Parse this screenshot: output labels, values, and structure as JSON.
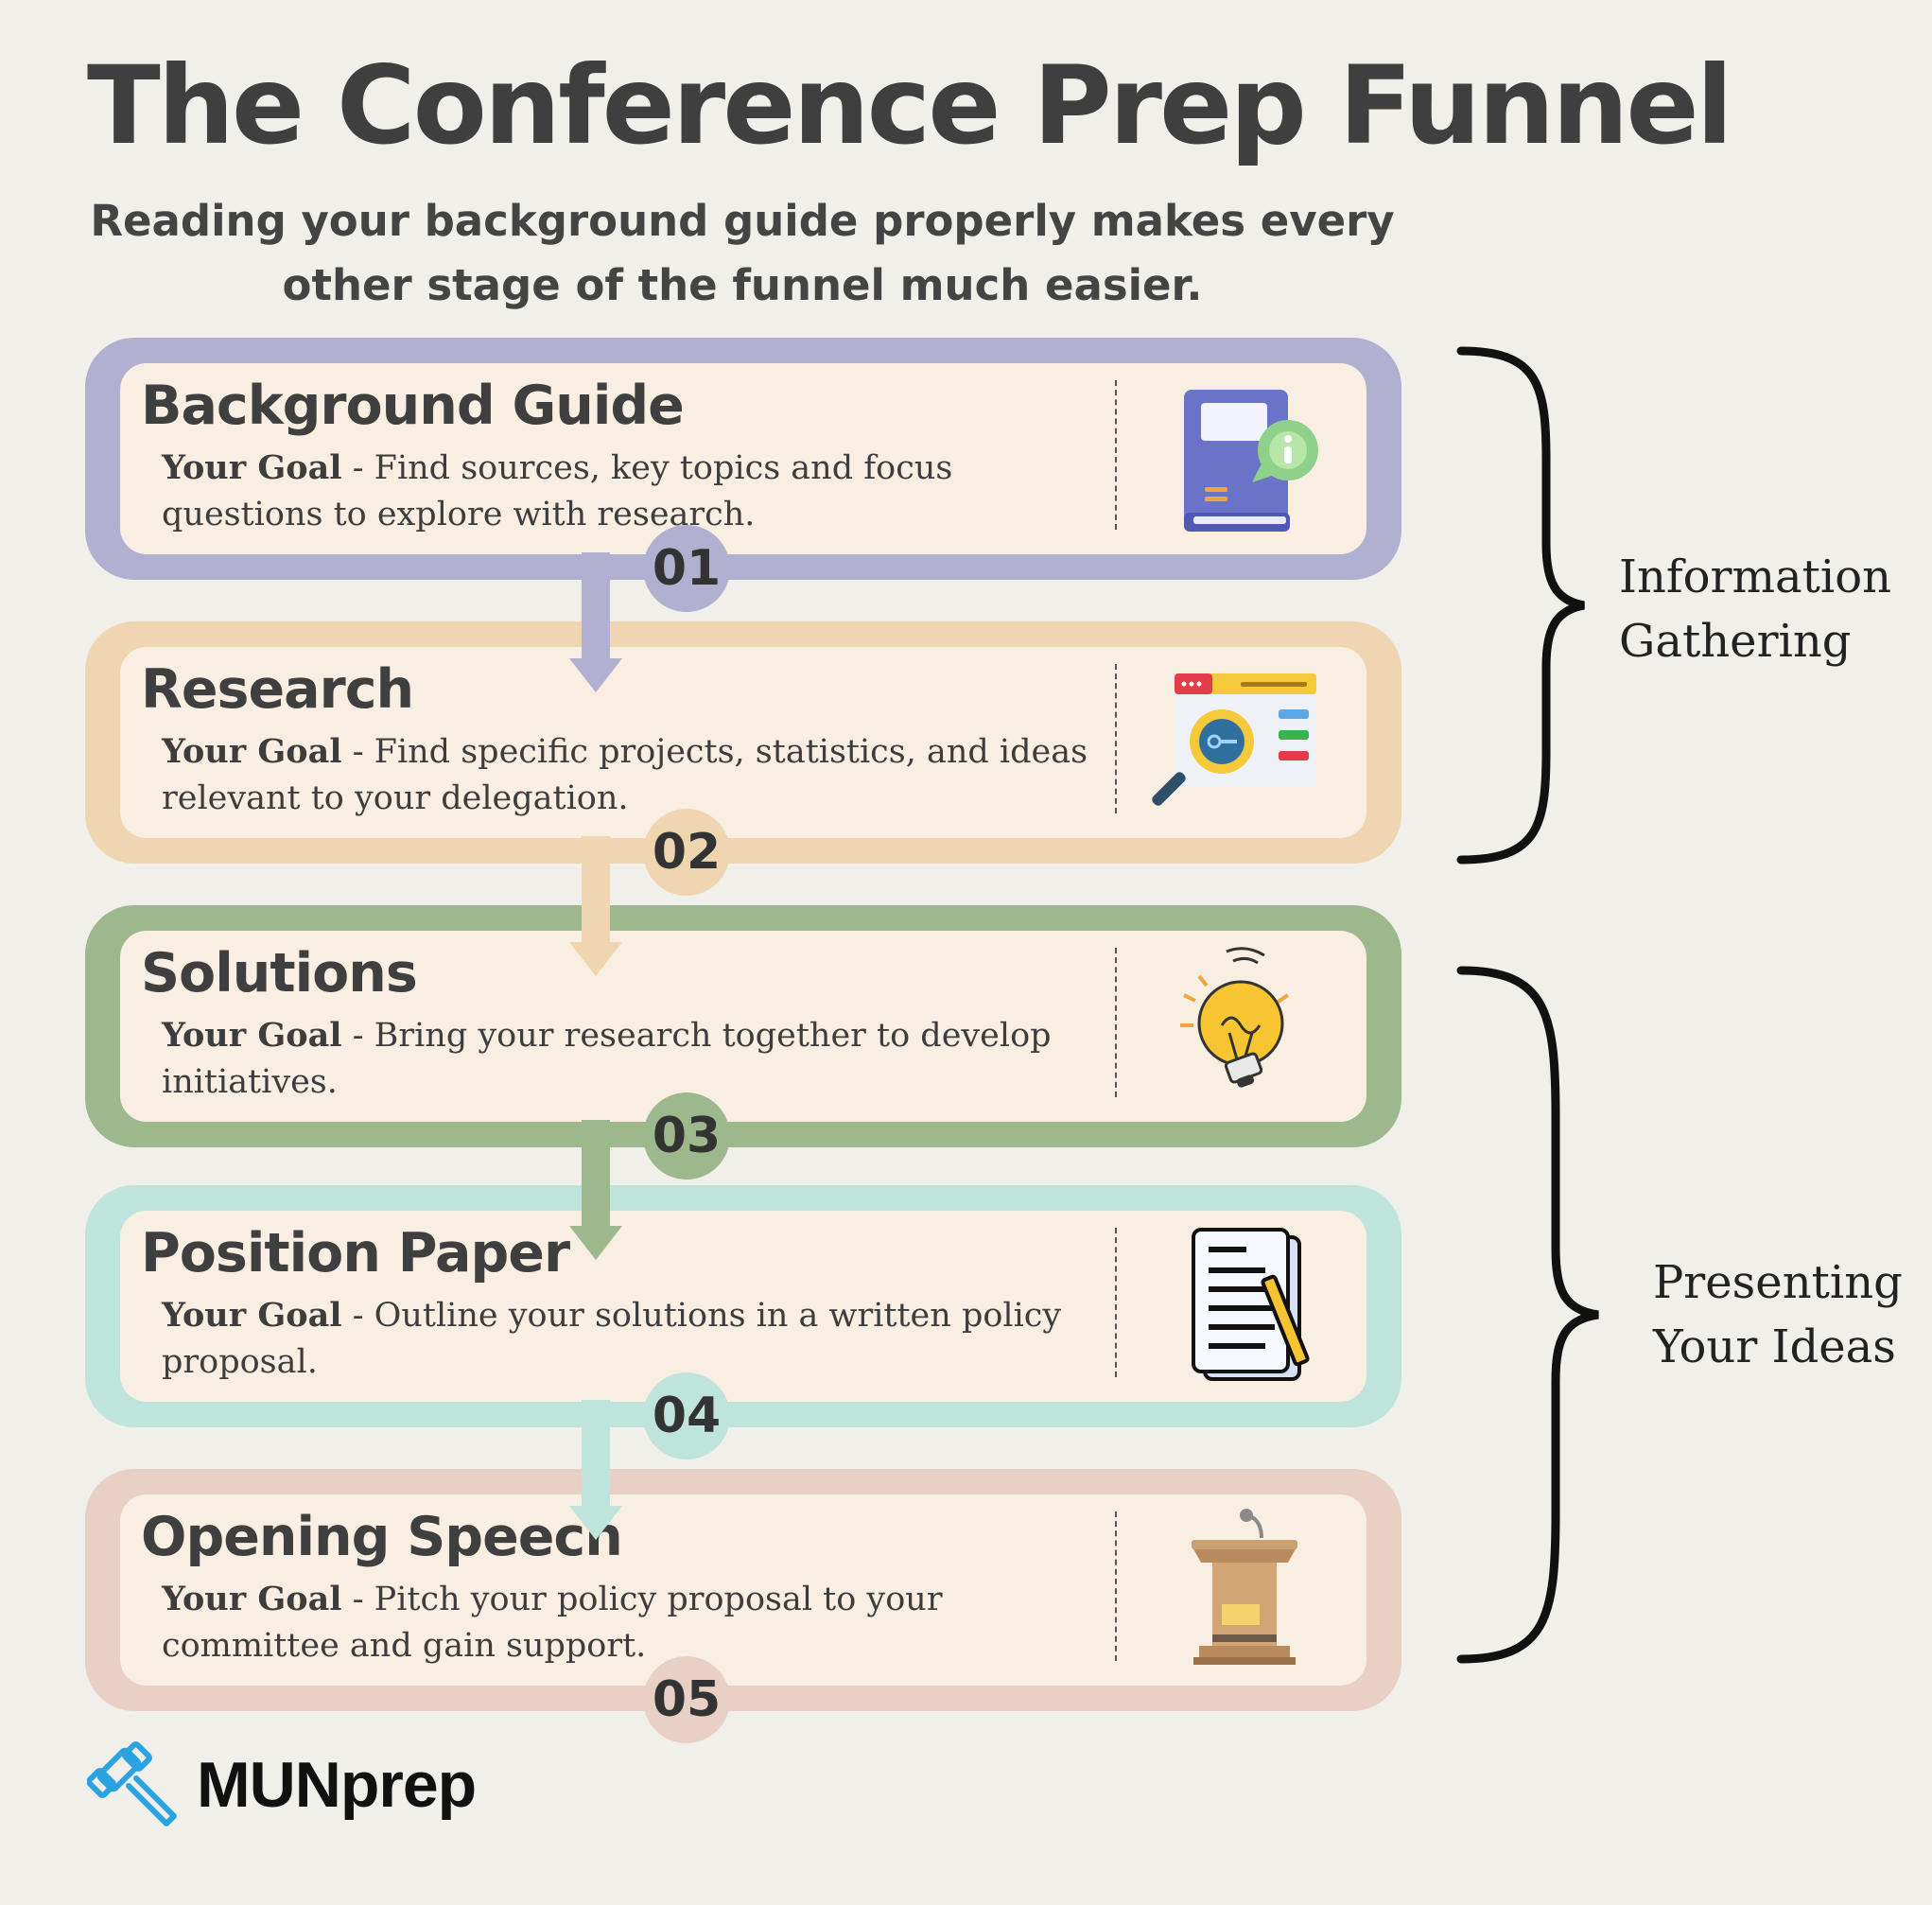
{
  "title": "The Conference Prep Funnel",
  "subtitle": "Reading your background guide properly makes every other stage of the funnel much easier.",
  "goal_label": "Your Goal",
  "stages": [
    {
      "number": "01",
      "title": "Background Guide",
      "goal": " - Find sources, key topics and focus questions to explore with research.",
      "color": "#b1b0d1",
      "icon": "book-info-icon"
    },
    {
      "number": "02",
      "title": "Research",
      "goal": " - Find specific projects, statistics, and ideas relevant to your delegation.",
      "color": "#efd6b1",
      "icon": "research-magnifier-icon"
    },
    {
      "number": "03",
      "title": "Solutions",
      "goal": " - Bring your research together to develop initiatives.",
      "color": "#9db88d",
      "icon": "lightbulb-icon"
    },
    {
      "number": "04",
      "title": "Position Paper",
      "goal": " - Outline your solutions in a written policy proposal.",
      "color": "#bfe4db",
      "icon": "document-pencil-icon"
    },
    {
      "number": "05",
      "title": "Opening Speech",
      "goal": " - Pitch your policy proposal to your committee and gain support.",
      "color": "#e8d0c4",
      "icon": "podium-icon"
    }
  ],
  "groups": [
    {
      "label_line1": "Information",
      "label_line2": "Gathering"
    },
    {
      "label_line1": "Presenting",
      "label_line2": "Your Ideas"
    }
  ],
  "brand": "MUNprep",
  "brand_icon": "gavel-icon",
  "brand_color": "#2aa3e0"
}
